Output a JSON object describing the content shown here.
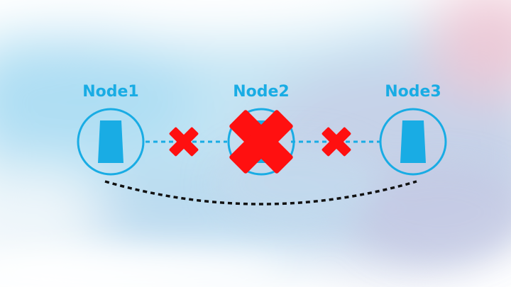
{
  "colors": {
    "accent": "#19ACE4",
    "failure": "#FF1010",
    "dashed_link": "#111111"
  },
  "nodes": [
    {
      "label": "Node1",
      "status": "up",
      "icon": "server-icon"
    },
    {
      "label": "Node2",
      "status": "failed",
      "icon": "server-icon"
    },
    {
      "label": "Node3",
      "status": "up",
      "icon": "server-icon"
    }
  ],
  "links": [
    {
      "from": "Node1",
      "to": "Node2",
      "state": "broken"
    },
    {
      "from": "Node2",
      "to": "Node3",
      "state": "broken"
    },
    {
      "from": "Node1",
      "to": "Node3",
      "state": "alternate"
    }
  ]
}
